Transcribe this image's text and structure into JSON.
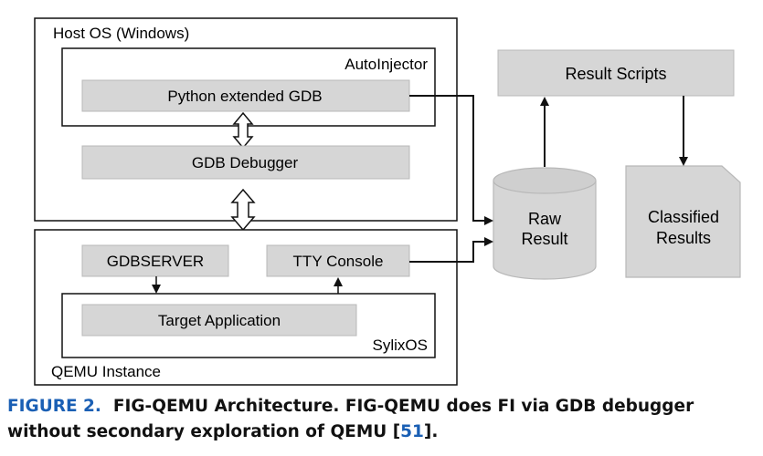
{
  "diagram": {
    "host_os_label": "Host OS (Windows)",
    "autoinjector_label": "AutoInjector",
    "python_gdb_label": "Python extended GDB",
    "gdb_debugger_label": "GDB Debugger",
    "qemu_label": "QEMU Instance",
    "gdbserver_label": "GDBSERVER",
    "tty_console_label": "TTY Console",
    "target_app_label": "Target Application",
    "sylixos_label": "SylixOS",
    "result_scripts_label": "Result Scripts",
    "raw_result_line1": "Raw",
    "raw_result_line2": "Result",
    "classified_line1": "Classified",
    "classified_line2": "Results"
  },
  "caption": {
    "label": "FIGURE 2.",
    "text_line1": "FIG-QEMU Architecture. FIG-QEMU does FI via GDB debugger",
    "text_line2_pre": "without secondary exploration of QEMU [",
    "ref": "51",
    "text_line2_post": "]."
  },
  "colors": {
    "box_fill": "#d6d6d6",
    "box_stroke": "#b8b8b8",
    "line": "#111111",
    "caption_accent": "#1a5fb4"
  }
}
